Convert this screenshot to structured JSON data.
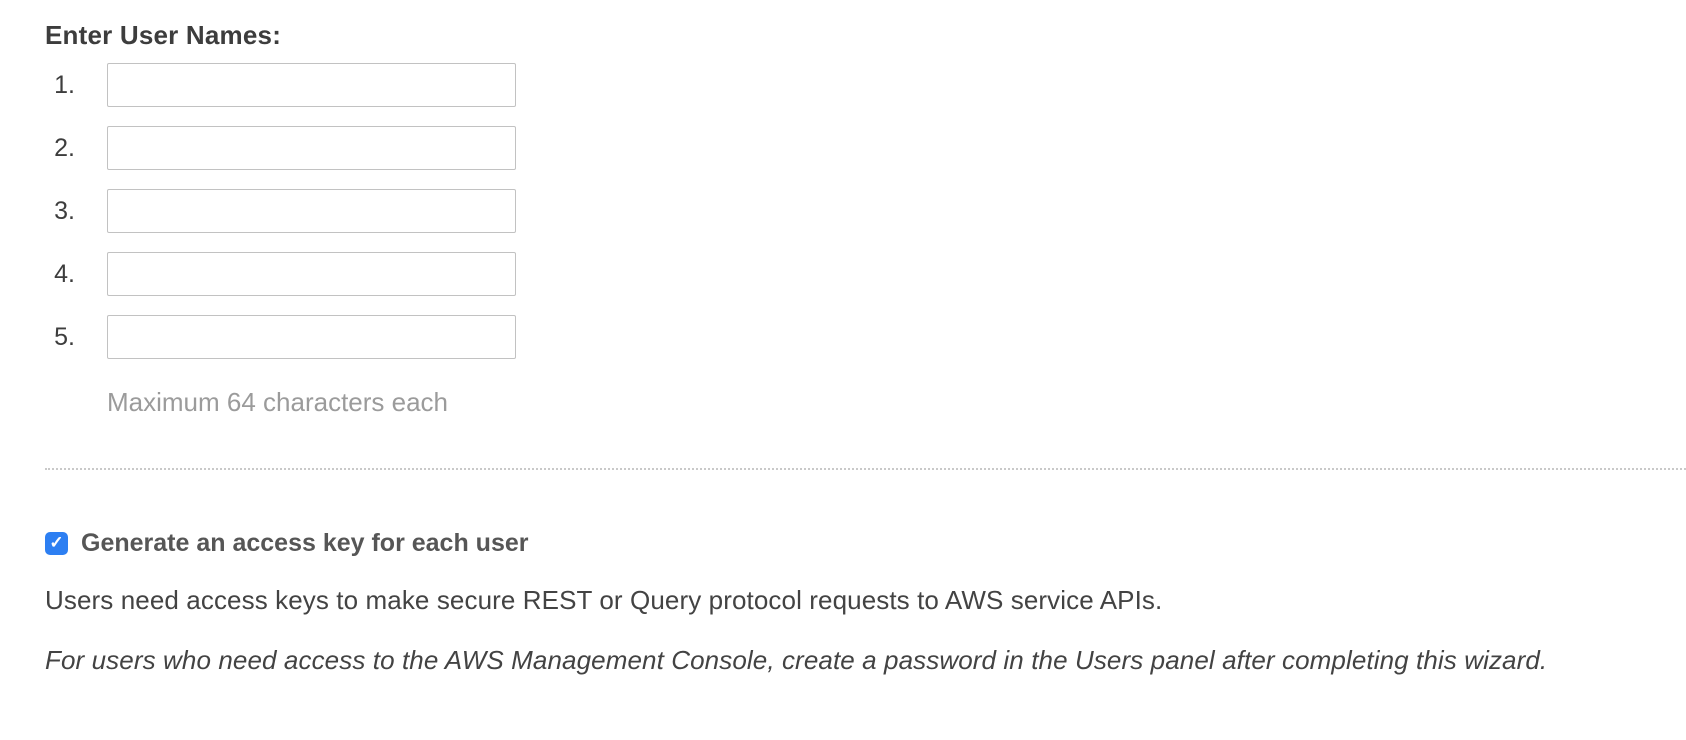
{
  "page": {
    "heading": "Enter User Names:",
    "hint": "Maximum 64 characters each"
  },
  "user_name_fields": {
    "labels": [
      "1.",
      "2.",
      "3.",
      "4.",
      "5."
    ],
    "values": [
      "",
      "",
      "",
      "",
      ""
    ]
  },
  "access_key_option": {
    "checked": true,
    "label": "Generate an access key for each user"
  },
  "descriptions": {
    "line1": "Users need access keys to make secure REST or Query protocol requests to AWS service APIs.",
    "line2_italic": "For users who need access to the AWS Management Console, create a password in the Users panel after completing this wizard."
  },
  "icons": {
    "checkmark": "✓"
  },
  "colors": {
    "checkbox_blue": "#2d7ff2",
    "heading_text": "#3d3d3d",
    "body_text": "#434343",
    "hint_text": "#9b9b9b",
    "input_border": "#c2c2c2",
    "divider": "#c9c9c9"
  }
}
